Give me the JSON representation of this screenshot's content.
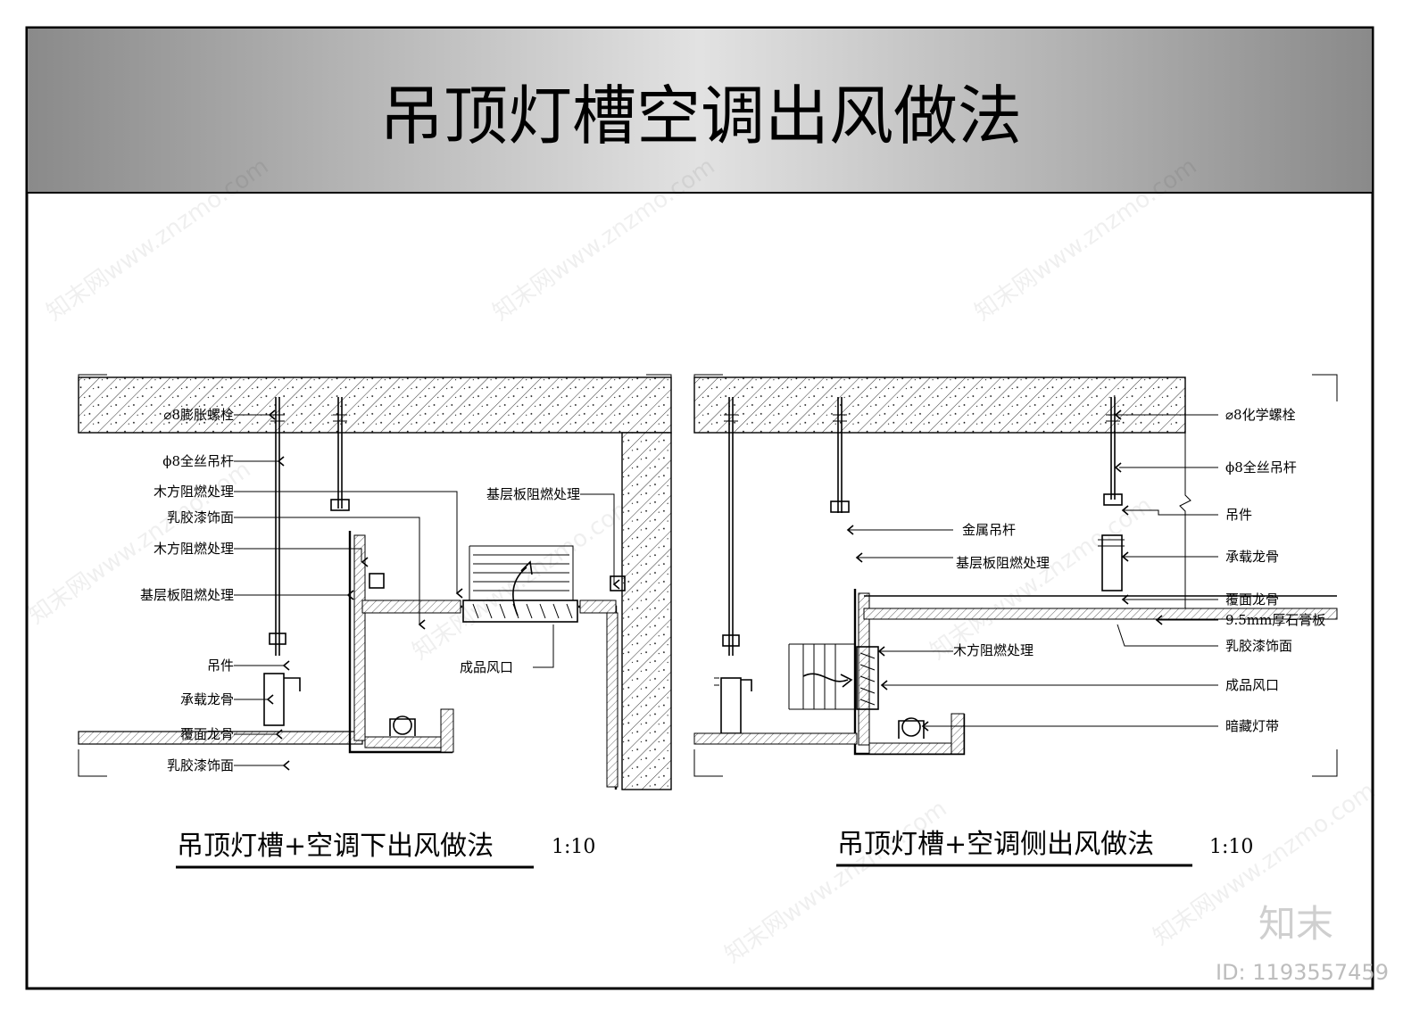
{
  "sheet": {
    "title": "吊顶灯槽空调出风做法",
    "watermark_text": "知末网www.znzmo.com",
    "brand_mark": "知末",
    "id_label": "ID: 1193557459",
    "header_gradient": [
      "#8a8a8a",
      "#e0e0e0",
      "#8a8a8a"
    ]
  },
  "left_detail": {
    "caption": "吊顶灯槽+空调下出风做法",
    "scale": "1:10",
    "labels": {
      "expansion_bolt": "⌀8膨胀螺栓",
      "threaded_rod": "ϕ8全丝吊杆",
      "wood_fireproof_1": "木方阻燃处理",
      "latex_paint_1": "乳胶漆饰面",
      "wood_fireproof_2": "木方阻燃处理",
      "base_board": "基层板阻燃处理",
      "hanger": "吊件",
      "main_keel": "承载龙骨",
      "cover_keel": "覆面龙骨",
      "latex_paint_2": "乳胶漆饰面",
      "base_board_right": "基层板阻燃处理",
      "air_outlet": "成品风口"
    }
  },
  "right_detail": {
    "caption": "吊顶灯槽+空调侧出风做法",
    "scale": "1:10",
    "labels": {
      "chemical_bolt": "⌀8化学螺栓",
      "threaded_rod": "ϕ8全丝吊杆",
      "hanger": "吊件",
      "main_keel": "承载龙骨",
      "cover_keel": "覆面龙骨",
      "gypsum_board": "9.5mm厚石膏板",
      "latex_paint": "乳胶漆饰面",
      "metal_rod": "金属吊杆",
      "base_board": "基层板阻燃处理",
      "wood_fireproof": "木方阻燃处理",
      "air_outlet": "成品风口",
      "hidden_light": "暗藏灯带"
    }
  }
}
